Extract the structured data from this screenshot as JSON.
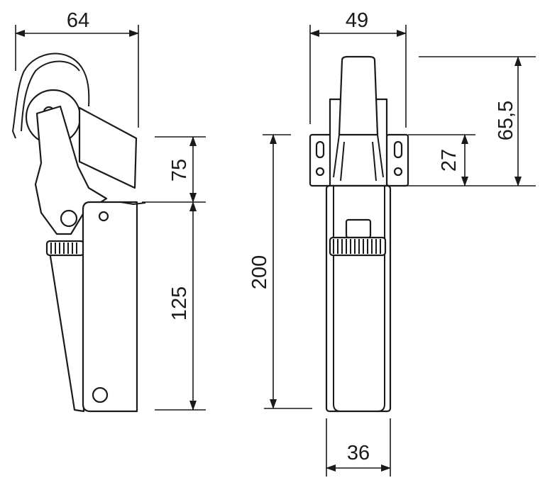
{
  "drawing": {
    "side_view": {
      "overall_width": "64",
      "upper_height": "75",
      "lower_height": "125"
    },
    "front_view": {
      "overall_width": "49",
      "overall_height": "200",
      "bracket_height": "27",
      "top_height": "65,5",
      "body_width": "36"
    }
  }
}
